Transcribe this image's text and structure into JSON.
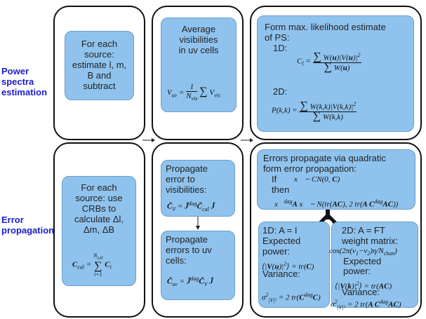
{
  "row_labels": {
    "power": [
      "Power",
      "spectra",
      "estimation"
    ],
    "error": [
      "Error",
      "propagation"
    ]
  },
  "cells": {
    "p1": {
      "lines": [
        "For each",
        "source:",
        "estimate l, m,",
        "B and",
        "subtract"
      ]
    },
    "p2": {
      "lines": [
        "Average",
        "visibilities",
        "in uv cells"
      ],
      "formula": "V_uv = (1/N_vis) Σ V_vis"
    },
    "p3": {
      "lines": [
        "Form max. likelihood estimate",
        "of PS:"
      ],
      "label_1d": "1D:",
      "label_2d": "2D:",
      "formula_1d": "C_l = Σ W(u)|V(u)|² / Σ W(u)",
      "formula_2d": "P(k,k) = Σ W(k,k)|V(k,k)|² / Σ W(k,k)"
    },
    "e1": {
      "lines": [
        "For each",
        "source: use",
        "CRBs to",
        "calculate Δl,",
        "Δm, ΔB"
      ],
      "formula": "C_cal = Σ_{i=1}^{N_cal} C_i"
    },
    "e2a": {
      "lines": [
        "Propagate",
        "error to",
        "visibilities:"
      ],
      "formula": "C̃_V = J̃^dag C̃_cal J̃"
    },
    "e2b": {
      "lines": [
        "Propagate",
        "errors to uv",
        "cells:"
      ],
      "formula": "C̃_uv = J̃^dag C̃_V J̃"
    },
    "e3top": {
      "lines": [
        "Errors propagate via quadratic",
        "form error propagation:"
      ],
      "if_label": "If",
      "then_label": "then",
      "formula_if": "x⃗ ~ CN(0, C)",
      "formula_then": "x⃗^dag A x⃗ ~ N(tr(AC), 2tr(AC^dag AC))"
    },
    "e3a": {
      "title": "1D: A = I",
      "lines": [
        "Expected",
        "power:"
      ],
      "formula_power": "⟨|V(u)|²⟩ = tr(C)",
      "variance_label": "Variance:",
      "formula_variance": "σ²_|V|² = 2tr(C^dag C)"
    },
    "e3b": {
      "title": "2D: A = FT",
      "lines": [
        "weight matrix:"
      ],
      "formula_weight": "cos(2π(ν₁−ν₂)η/N_chan)",
      "lines2": [
        "Expected",
        "power:"
      ],
      "formula_power": "⟨|V(k)|²⟩ = tr(AC)",
      "variance_label": "Variance:",
      "formula_variance": "σ²_|V|² = 2tr(AC^dag AC)"
    }
  },
  "colors": {
    "box_fill": "#8fc3ee",
    "box_border": "#6c9ec9",
    "label_color": "#1c1ccc",
    "outline": "#111111"
  }
}
